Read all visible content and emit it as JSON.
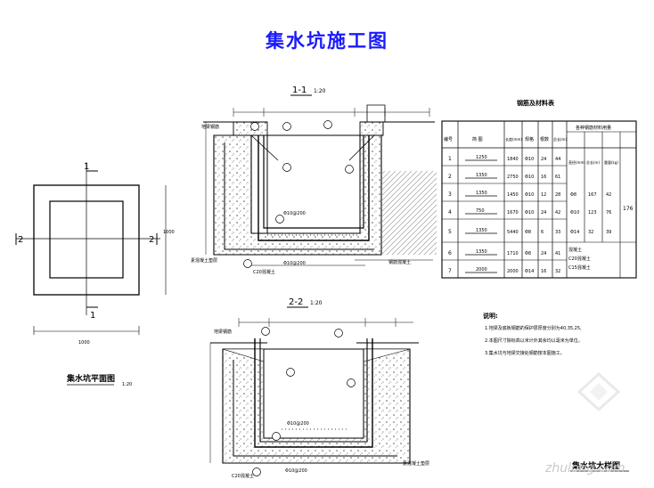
{
  "page_title": "集水坑施工图",
  "plan": {
    "caption": "集水坑平面图",
    "scale": "1:20",
    "dim_width": "1000",
    "dim_height": "1000",
    "section_mark_1": "1",
    "section_mark_2": "2"
  },
  "section_1": {
    "label": "1-1",
    "scale": "1:20",
    "bar_top": "Φ10@200",
    "bar_bottom": "Φ10@200",
    "note_left_top": "地梁钢筋",
    "note_left_bottom": "素混凝土垫层",
    "note_right_bottom": "钢筋混凝土",
    "note_c": "C20混凝土"
  },
  "section_2": {
    "label": "2-2",
    "scale": "1:20",
    "bar_top": "Φ10@200",
    "bar_bottom": "Φ10@200",
    "note_left_top": "地梁钢筋",
    "note_right_bottom": "素混凝土垫层",
    "note_c": "C20混凝土"
  },
  "rebar_table": {
    "title": "钢筋及材料表",
    "headers": [
      "编号",
      "简  图",
      "长度(mm)",
      "规格",
      "根数",
      "总长(m)"
    ],
    "group_header": "各种钢筋材料用量",
    "sub_headers": [
      "直径(mm)",
      "总长(m)",
      "重量(kg)"
    ],
    "total": "176",
    "rows": [
      {
        "no": "1",
        "shape": "1250",
        "len": "1840",
        "spec": "Φ10",
        "count": "24",
        "total": "44"
      },
      {
        "no": "2",
        "shape": "1350",
        "len": "2750",
        "spec": "Φ10",
        "count": "16",
        "total": "61"
      },
      {
        "no": "3",
        "shape": "1350",
        "len": "1450",
        "spec": "Φ10",
        "count": "12",
        "total": "28"
      },
      {
        "no": "4",
        "shape": "750",
        "len": "1670",
        "spec": "Φ10",
        "count": "24",
        "total": "42"
      },
      {
        "no": "5",
        "shape": "1350",
        "len": "5440",
        "spec": "Φ8",
        "count": "6",
        "total": "33"
      },
      {
        "no": "6",
        "shape": "1350",
        "len": "1710",
        "spec": "Φ8",
        "count": "24",
        "total": "41"
      },
      {
        "no": "7",
        "shape": "2000",
        "len": "2000",
        "spec": "Φ14",
        "count": "16",
        "total": "32"
      }
    ],
    "mat_rows": [
      {
        "dia": "Φ8",
        "len": "167",
        "wt": "42"
      },
      {
        "dia": "Φ10",
        "len": "123",
        "wt": "76"
      },
      {
        "dia": "Φ14",
        "len": "32",
        "wt": "39"
      }
    ],
    "extra_1": "混凝土",
    "extra_2": "C20混凝土",
    "extra_3": "C15混凝土"
  },
  "notes": {
    "heading": "说明:",
    "line_1": "1.地梁及底板钢筋的保护层厚度分别为40,35,25,",
    "line_2": "2.本图尺寸除标高以米计外其余均以毫米为单位。",
    "line_3": "3.集水坑与地梁交接处钢筋按本图施工。"
  },
  "detail_caption": "集水坑大样图",
  "watermark": "zhulong.com"
}
